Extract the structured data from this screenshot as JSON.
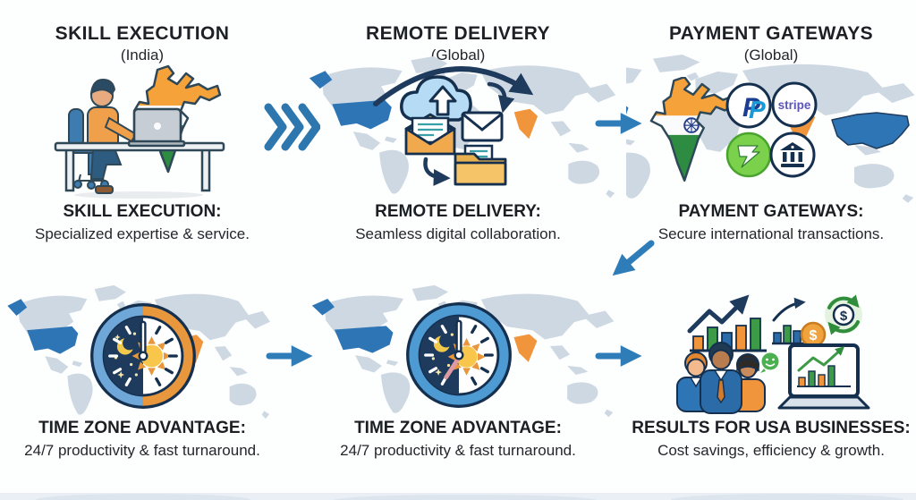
{
  "colors": {
    "accent_blue": "#2E7CB8",
    "outline_navy": "#1E3A5C",
    "map_gray": "#CDD8E2",
    "usa_blue": "#2E75B6",
    "india_orange": "#F0953C",
    "flag_saffron": "#F6A23B",
    "flag_green": "#2E8B42",
    "wise_green": "#7CD14C",
    "stripe_purple": "#5C55B8",
    "paypal_dark_blue": "#1B3D92",
    "paypal_light_blue": "#189AD6"
  },
  "panels": [
    {
      "title": "SKILL EXECUTION",
      "subtitle": "(India)",
      "caption_title": "SKILL EXECUTION:",
      "caption_text": "Specialized expertise & service."
    },
    {
      "title": "REMOTE DELIVERY",
      "subtitle": "(Global)",
      "caption_title": "REMOTE DELIVERY:",
      "caption_text": "Seamless digital collaboration."
    },
    {
      "title": "PAYMENT GATEWAYS",
      "subtitle": "(Global)",
      "caption_title": "PAYMENT GATEWAYS:",
      "caption_text": "Secure international transactions."
    },
    {
      "caption_title": "TIME ZONE ADVANTAGE:",
      "caption_text": "24/7 productivity & fast turnaround."
    },
    {
      "caption_title": "TIME ZONE ADVANTAGE:",
      "caption_text": "24/7 productivity & fast turnaround."
    },
    {
      "caption_title": "RESULTS FOR USA BUSINESSES:",
      "caption_text": "Cost savings, efficiency & growth."
    }
  ],
  "payment_gateways": {
    "stripe_label": "stripe",
    "paypal_glyph": "P",
    "icons": [
      "paypal-icon",
      "stripe-icon",
      "wise-icon",
      "bank-icon"
    ]
  },
  "glyphs": {
    "dollar": "$"
  }
}
